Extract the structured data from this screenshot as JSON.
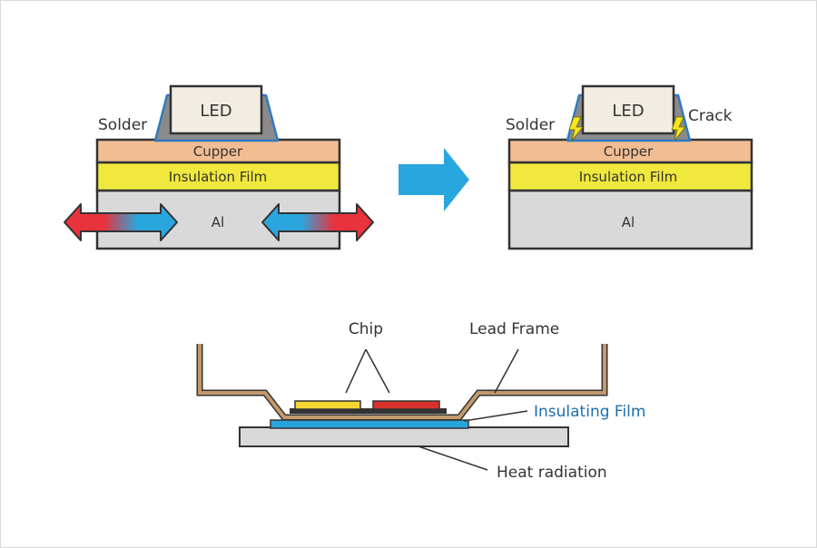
{
  "left_stack": {
    "led": "LED",
    "solder": "Solder",
    "copper": "Cupper",
    "insulation": "Insulation Film",
    "al": "Al"
  },
  "right_stack": {
    "led": "LED",
    "solder": "Solder",
    "crack": "Crack",
    "copper": "Cupper",
    "insulation": "Insulation Film",
    "al": "Al"
  },
  "package": {
    "chip": "Chip",
    "lead_frame": "Lead Frame",
    "insulating_film": "Insulating Film",
    "heat_radiation": "Heat radiation"
  },
  "colors": {
    "copper": "#f2bd93",
    "insulation": "#f0e83c",
    "aluminum": "#d9d9d9",
    "led_body": "#f1ede3",
    "solder": "#8a8a8a",
    "solder_outline": "#2f7bc0",
    "arrow_blue": "#2aa6df",
    "arrow_red": "#e8323c",
    "lead_frame": "#c29a6b",
    "chip_yellow": "#f3d631",
    "chip_red": "#d8312c",
    "film_blue": "#29a3dc",
    "label_blue": "#1d6fb0"
  }
}
